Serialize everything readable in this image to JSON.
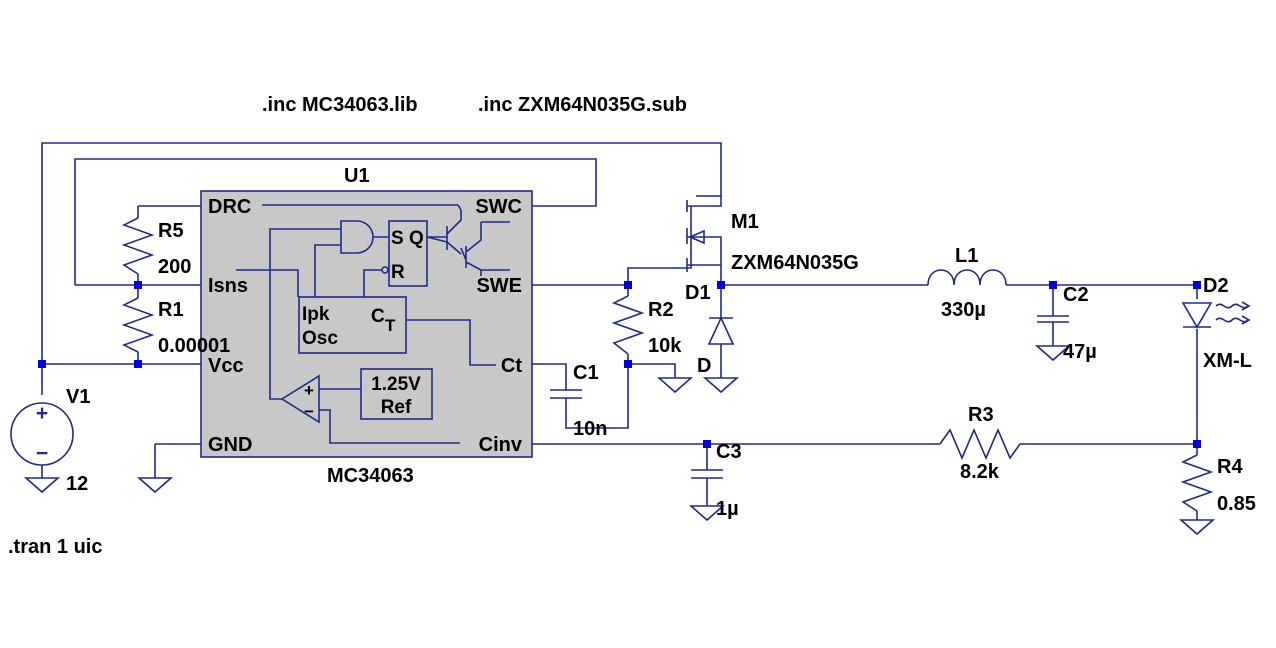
{
  "directives": {
    "inc_lib": ".inc MC34063.lib",
    "inc_sub": ".inc ZXM64N035G.sub",
    "tran": ".tran 1 uic"
  },
  "ic": {
    "ref": "U1",
    "model": "MC34063",
    "pins": {
      "drc": "DRC",
      "isns": "Isns",
      "vcc": "Vcc",
      "gnd": "GND",
      "swc": "SWC",
      "swe": "SWE",
      "ct": "Ct",
      "cinv": "Cinv"
    },
    "internal": {
      "sq": "S Q",
      "r": "R",
      "ipk": "Ipk",
      "osc": "Osc",
      "ct_c": "C",
      "ct_t": "T",
      "ref_v": "1.25V",
      "ref_label": "Ref",
      "plus": "+",
      "minus": "−"
    }
  },
  "components": {
    "v1": {
      "ref": "V1",
      "value": "12",
      "plus": "+",
      "minus": "−"
    },
    "r5": {
      "ref": "R5",
      "value": "200"
    },
    "r1": {
      "ref": "R1",
      "value": "0.00001"
    },
    "m1": {
      "ref": "M1",
      "value": "ZXM64N035G"
    },
    "d1": {
      "ref": "D1",
      "value": "D"
    },
    "r2": {
      "ref": "R2",
      "value": "10k"
    },
    "c1": {
      "ref": "C1",
      "value": "10n"
    },
    "l1": {
      "ref": "L1",
      "value": "330µ"
    },
    "c2": {
      "ref": "C2",
      "value": "47µ"
    },
    "d2": {
      "ref": "D2",
      "value": "XM-L"
    },
    "r3": {
      "ref": "R3",
      "value": "8.2k"
    },
    "c3": {
      "ref": "C3",
      "value": "1µ"
    },
    "r4": {
      "ref": "R4",
      "value": "0.85"
    }
  },
  "colors": {
    "wire": "#1f2a8c",
    "junction": "#0000e0",
    "ic_fill": "#c8c8c8",
    "background": "#ffffff"
  }
}
